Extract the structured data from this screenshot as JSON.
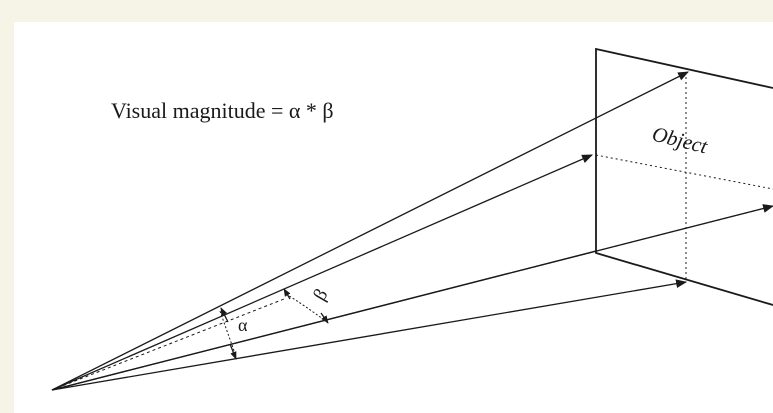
{
  "caption": "Visual magnitude = α * β",
  "labels": {
    "object": "Object",
    "alpha": "α",
    "beta": "β"
  },
  "colors": {
    "background": "#f6f4e6",
    "canvas": "#ffffff",
    "ink": "#1a1a1a"
  }
}
